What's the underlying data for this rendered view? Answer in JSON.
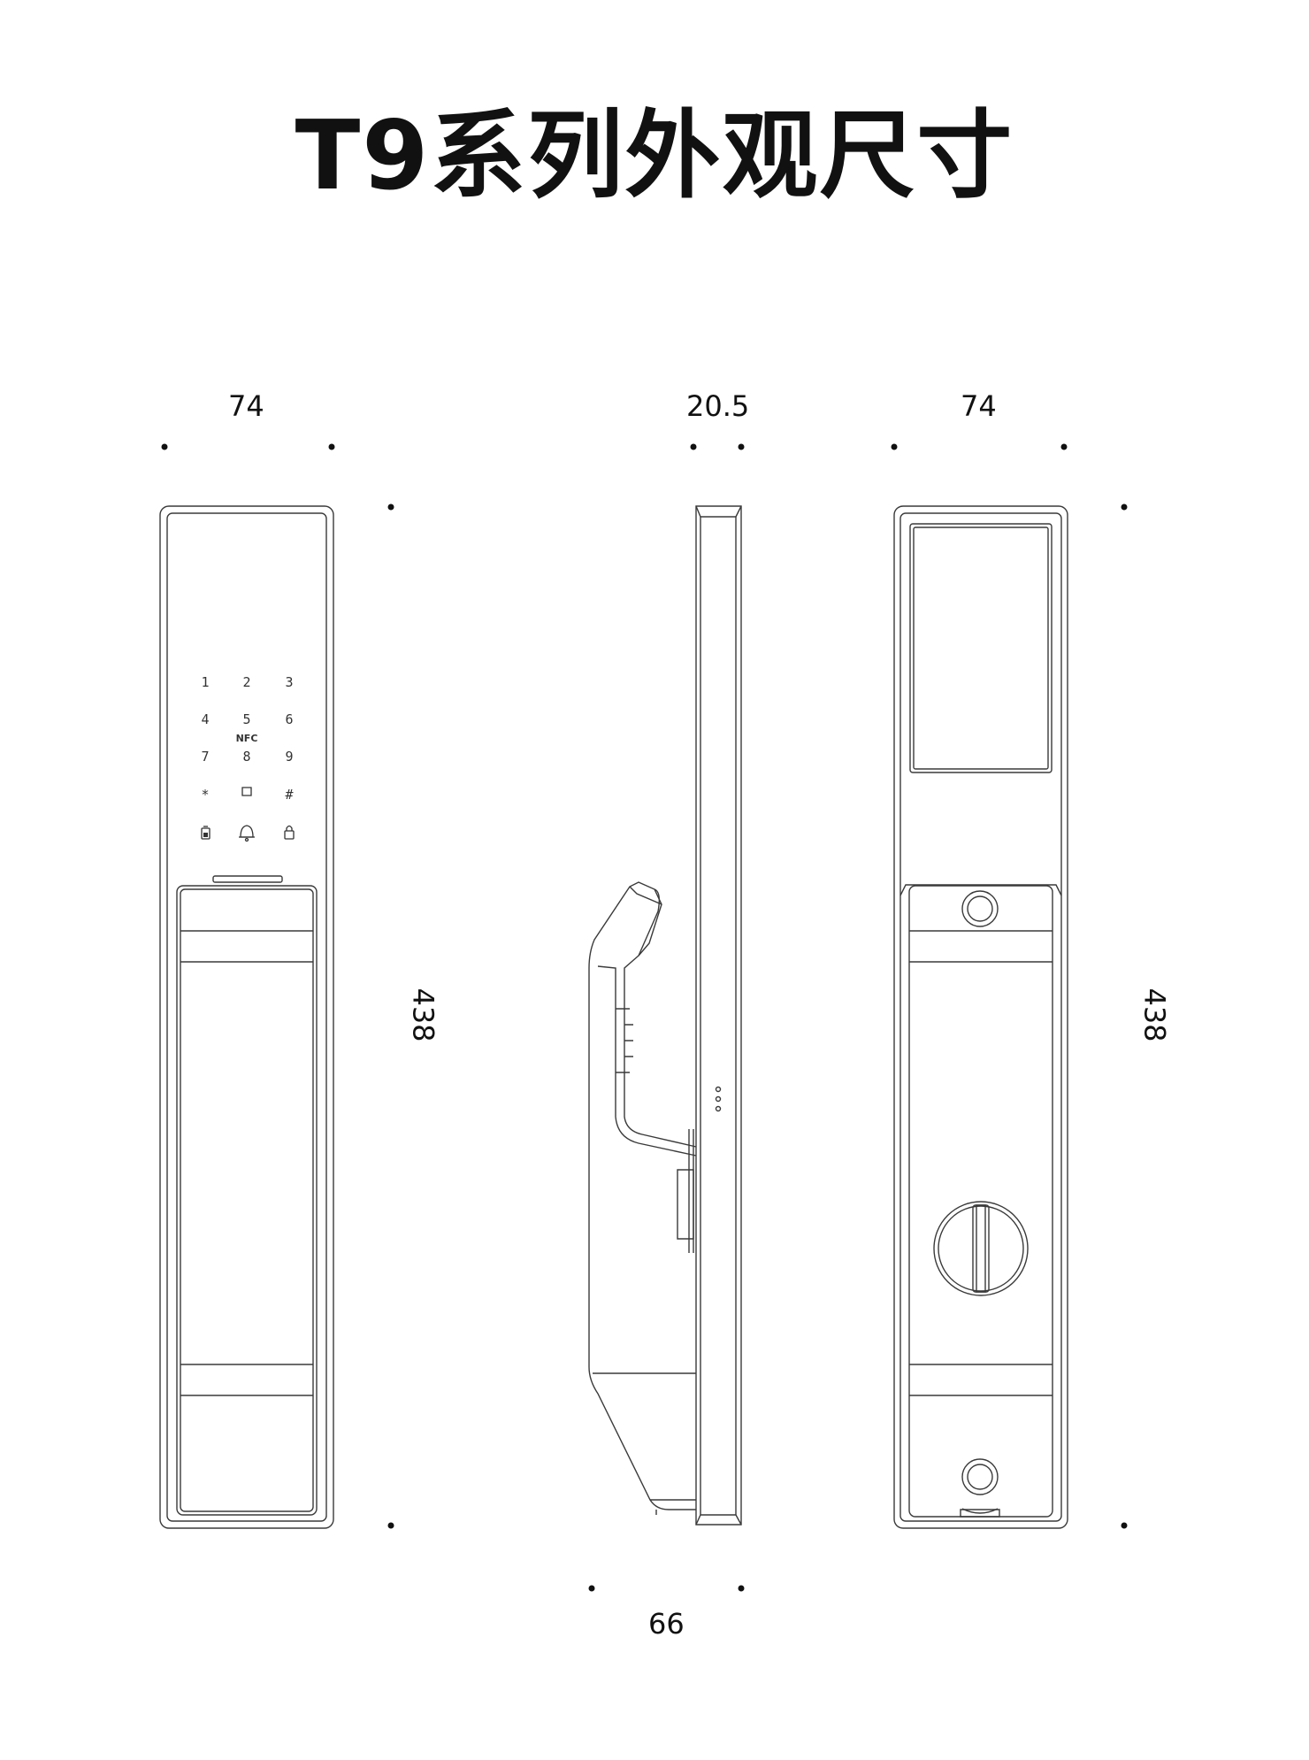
{
  "title": "T9系列外观尺寸",
  "dimensions": {
    "front_width": "74",
    "side_depth": "20.5",
    "back_width": "74",
    "front_height": "438",
    "back_height": "438",
    "handle_projection": "66"
  },
  "keypad": {
    "rows": [
      [
        "1",
        "2",
        "3"
      ],
      [
        "4",
        "5",
        "6"
      ],
      [
        "7",
        "8",
        "9"
      ],
      [
        "*",
        "",
        "#"
      ]
    ],
    "nfc_label": "NFC",
    "function_icons": [
      "battery-icon",
      "doorbell-icon",
      "lock-icon"
    ]
  },
  "colors": {
    "line": "#3a3a3a",
    "background": "#ffffff"
  }
}
